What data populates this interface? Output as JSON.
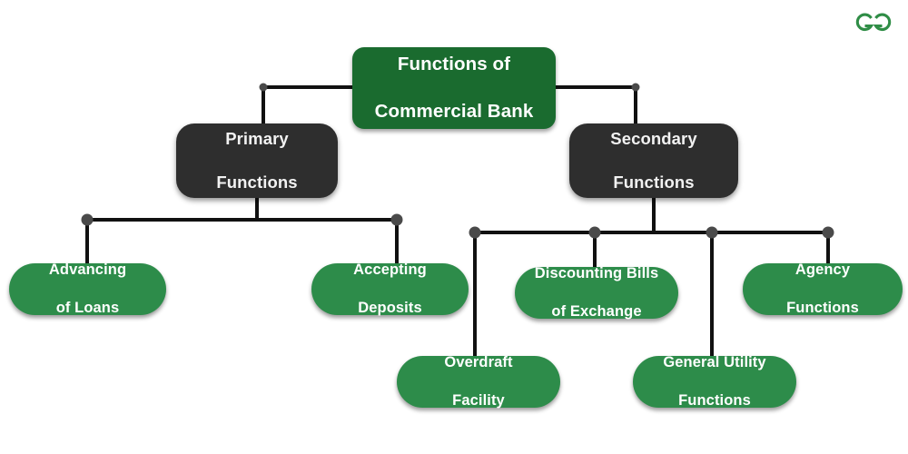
{
  "diagram": {
    "title": "Functions of Commercial Bank",
    "type": "hierarchy-tree",
    "colors": {
      "root_fill": "#1a6b2f",
      "branch_fill": "#2e2e2e",
      "leaf_fill": "#2d8c4a",
      "connector": "#111111",
      "junction_dot": "#4a4a4a",
      "text": "#ffffff",
      "background": "#ffffff",
      "logo": "#2f8d46"
    },
    "root": {
      "label_line1": "Functions of",
      "label_line2": "Commercial Bank"
    },
    "branches": [
      {
        "id": "primary",
        "label_line1": "Primary",
        "label_line2": "Functions"
      },
      {
        "id": "secondary",
        "label_line1": "Secondary",
        "label_line2": "Functions"
      }
    ],
    "leaves": [
      {
        "id": "advancing-of-loans",
        "parent": "primary",
        "label_line1": "Advancing",
        "label_line2": "of Loans"
      },
      {
        "id": "accepting-deposits",
        "parent": "primary",
        "label_line1": "Accepting",
        "label_line2": "Deposits"
      },
      {
        "id": "overdraft-facility",
        "parent": "secondary",
        "label_line1": "Overdraft",
        "label_line2": "Facility"
      },
      {
        "id": "discounting-bills-of-exchange",
        "parent": "secondary",
        "label_line1": "Discounting Bills",
        "label_line2": "of Exchange"
      },
      {
        "id": "general-utility-functions",
        "parent": "secondary",
        "label_line1": "General Utility",
        "label_line2": "Functions"
      },
      {
        "id": "agency-functions",
        "parent": "secondary",
        "label_line1": "Agency",
        "label_line2": "Functions"
      }
    ],
    "logo": {
      "name": "geeksforgeeks-logo",
      "text": "GG"
    }
  }
}
